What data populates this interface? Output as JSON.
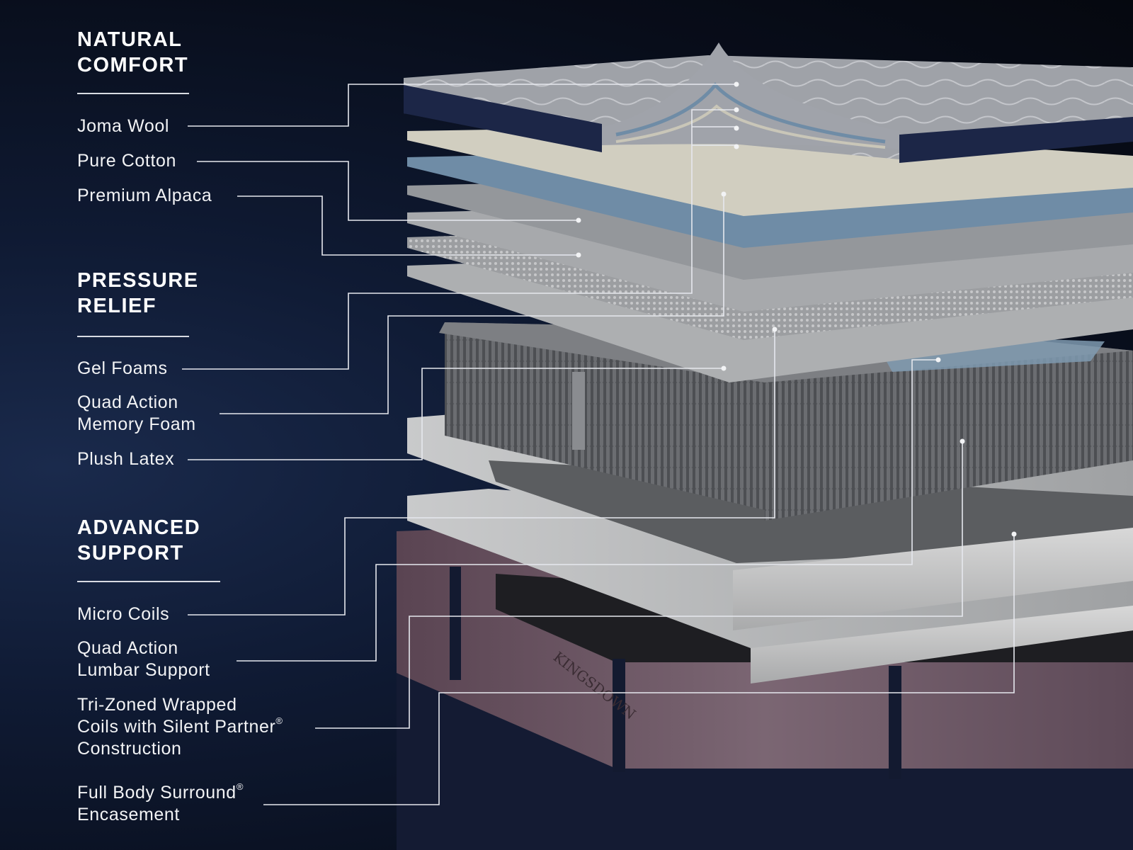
{
  "sections": [
    {
      "heading": [
        "NATURAL",
        "COMFORT"
      ],
      "items": [
        {
          "lines": [
            "Joma Wool"
          ]
        },
        {
          "lines": [
            "Pure Cotton"
          ]
        },
        {
          "lines": [
            "Premium Alpaca"
          ]
        }
      ]
    },
    {
      "heading": [
        "PRESSURE",
        "RELIEF"
      ],
      "items": [
        {
          "lines": [
            "Gel Foams"
          ]
        },
        {
          "lines": [
            "Quad Action",
            "Memory Foam"
          ]
        },
        {
          "lines": [
            "Plush Latex"
          ]
        }
      ]
    },
    {
      "heading": [
        "ADVANCED",
        "SUPPORT"
      ],
      "items": [
        {
          "lines": [
            "Micro Coils"
          ]
        },
        {
          "lines": [
            "Quad Action",
            "Lumbar Support"
          ]
        },
        {
          "lines": [
            "Tri-Zoned Wrapped",
            "Coils with Silent Partner",
            "Construction"
          ]
        },
        {
          "lines": [
            "Full Body Surround",
            "Encasement"
          ]
        }
      ]
    }
  ],
  "trademark_symbol": "®",
  "brand_mark": "KINGSDOWN",
  "colors": {
    "background": "#0b1120",
    "leader_line": "#e6e8ee",
    "text": "#f2f3f5",
    "foam": "#d4d5d6",
    "gel": "#8fa9c2",
    "border_fabric": "#1d2744",
    "tapestry": "#6e5a66"
  }
}
